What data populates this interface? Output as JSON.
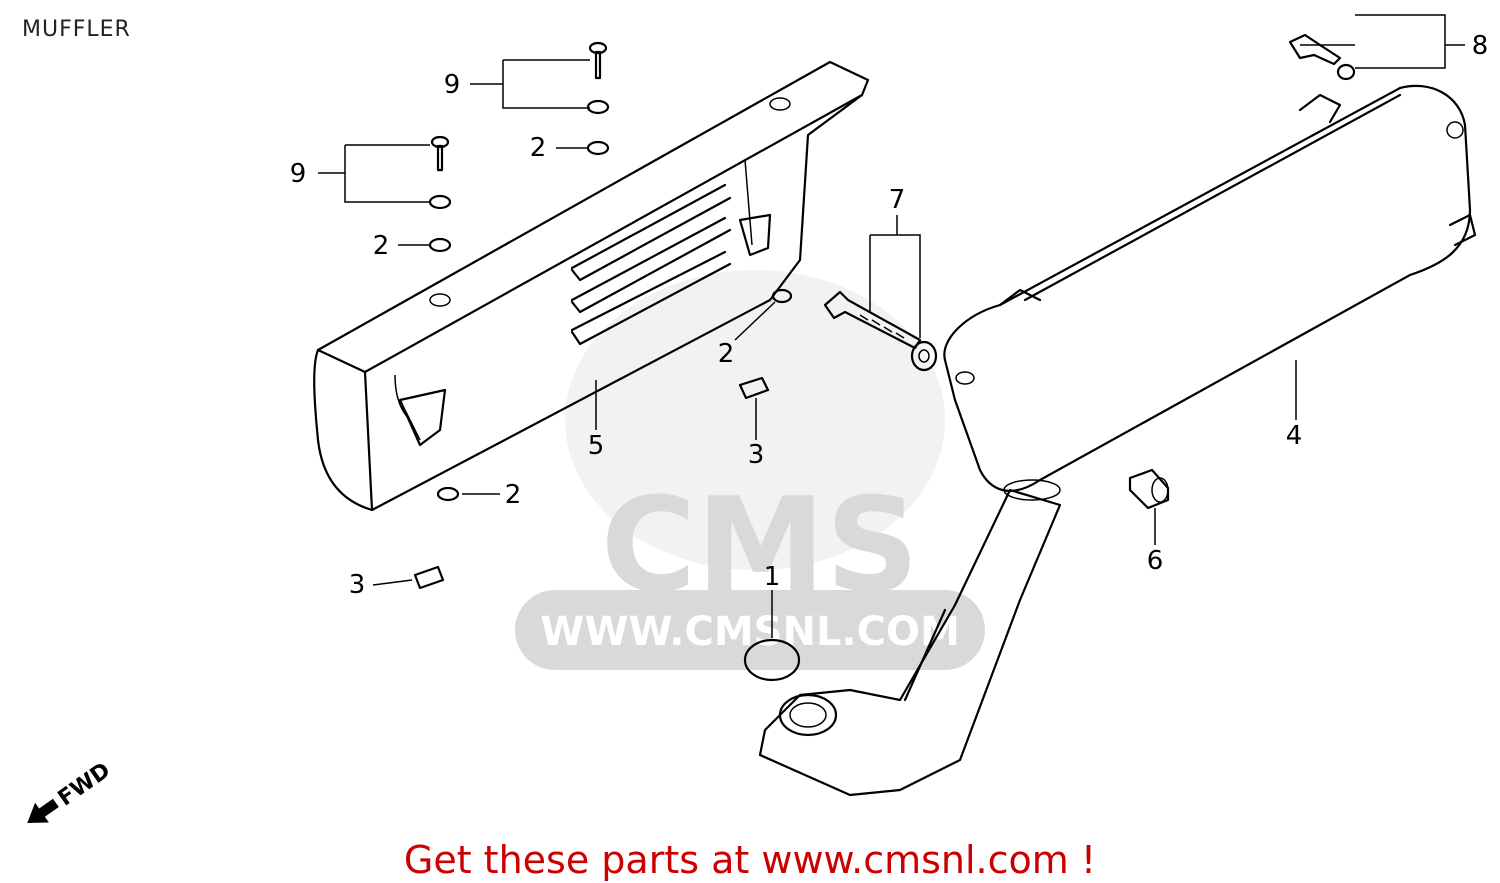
{
  "title": "MUFFLER",
  "footer": {
    "text": "Get these parts at www.cmsnl.com !",
    "color": "#cc0000"
  },
  "watermark": {
    "logo_text": "CMS",
    "url_text": "WWW.CMSNL.COM",
    "color": "#d9d9d9"
  },
  "direction_marker": {
    "label": "FWD",
    "icon": "forward-arrow-icon"
  },
  "callouts": [
    {
      "id": "c1",
      "label": "1"
    },
    {
      "id": "c2a",
      "label": "2"
    },
    {
      "id": "c2b",
      "label": "2"
    },
    {
      "id": "c2c",
      "label": "2"
    },
    {
      "id": "c2d",
      "label": "2"
    },
    {
      "id": "c3a",
      "label": "3"
    },
    {
      "id": "c3b",
      "label": "3"
    },
    {
      "id": "c4",
      "label": "4"
    },
    {
      "id": "c5",
      "label": "5"
    },
    {
      "id": "c6",
      "label": "6"
    },
    {
      "id": "c7",
      "label": "7"
    },
    {
      "id": "c8",
      "label": "8"
    },
    {
      "id": "c9a",
      "label": "9"
    },
    {
      "id": "c9b",
      "label": "9"
    }
  ]
}
